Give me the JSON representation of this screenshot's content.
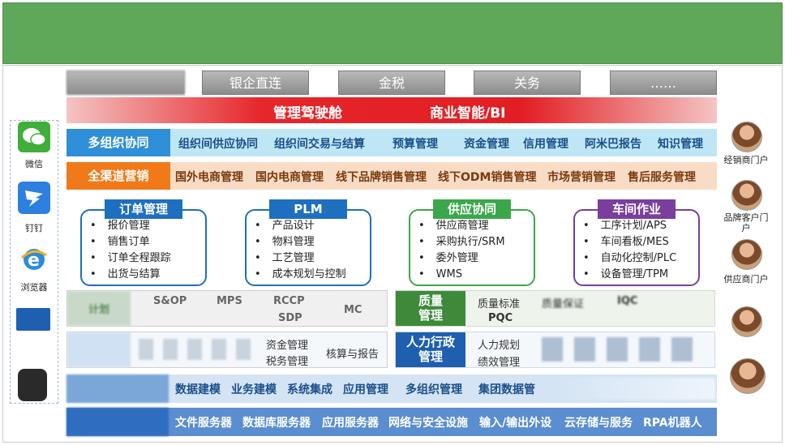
{
  "top_buttons": [
    "",
    "银企直连",
    "金税",
    "关务",
    "……"
  ],
  "red_bar": {
    "left": "管理驾驶舱",
    "right": "商业智能/BI"
  },
  "row_multi_org": {
    "label": "多组织协同",
    "items": [
      "组织间供应协同",
      "组织间交易与结算",
      "预算管理",
      "资金管理",
      "信用管理",
      "阿米巴报告",
      "知识管理"
    ]
  },
  "row_omni": {
    "label": "全渠道营销",
    "items": [
      "国外电商管理",
      "国内电商管理",
      "线下品牌销售管理",
      "线下ODM销售管理",
      "市场营销管理",
      "售后服务管理"
    ]
  },
  "modules": [
    {
      "title": "订单管理",
      "items": [
        "报价管理",
        "销售订单",
        "订单全程跟踪",
        "出货与结算"
      ],
      "color": "#1e6fc0"
    },
    {
      "title": "PLM",
      "items": [
        "产品设计",
        "物料管理",
        "工艺管理",
        "成本规划与控制"
      ],
      "color": "#1e6fc0"
    },
    {
      "title": "供应协同",
      "items": [
        "供应商管理",
        "采购执行/SRM",
        "委外管理",
        "WMS"
      ],
      "color": "#3aa84a"
    },
    {
      "title": "车间作业",
      "items": [
        "工序计划/APS",
        "车间看板/MES",
        "自动化控制/PLC",
        "设备管理/TPM"
      ],
      "color": "#7a3e9d"
    }
  ],
  "plan_row": {
    "label": "计划",
    "items": [
      "S&OP",
      "MPS",
      "RCCP",
      "SDP",
      "MC"
    ]
  },
  "quality": {
    "label_line1": "质量",
    "label_line2": "管理",
    "items": [
      "质量标准",
      "质量保证",
      "IQC",
      "PQC"
    ]
  },
  "finance_row": {
    "items": [
      "资金管理",
      "税务管理",
      "核算与报告"
    ]
  },
  "hr": {
    "label_line1": "人力行政",
    "label_line2": "管理",
    "items": [
      "人力规划",
      "绩效管理"
    ]
  },
  "platform_row": {
    "items": [
      "数据建模",
      "业务建模",
      "系统集成",
      "应用管理",
      "多组织管理",
      "集团数据管"
    ]
  },
  "infra_row": {
    "items": [
      "文件服务器",
      "数据库服务器",
      "应用服务器",
      "网络与安全设施",
      "输入/输出外设",
      "云存储与服务",
      "RPA机器人"
    ]
  },
  "left_channels": [
    "微信",
    "钉钉",
    "浏览器"
  ],
  "right_portals": [
    "经销商门户",
    "品牌客户门户",
    "供应商门户"
  ],
  "colors": {
    "banner": "#5fa85a",
    "blue": "#1e6fc0",
    "orange": "#f07a1a",
    "green": "#3aa84a",
    "purple": "#7a3e9d",
    "red": "#e21e22"
  }
}
